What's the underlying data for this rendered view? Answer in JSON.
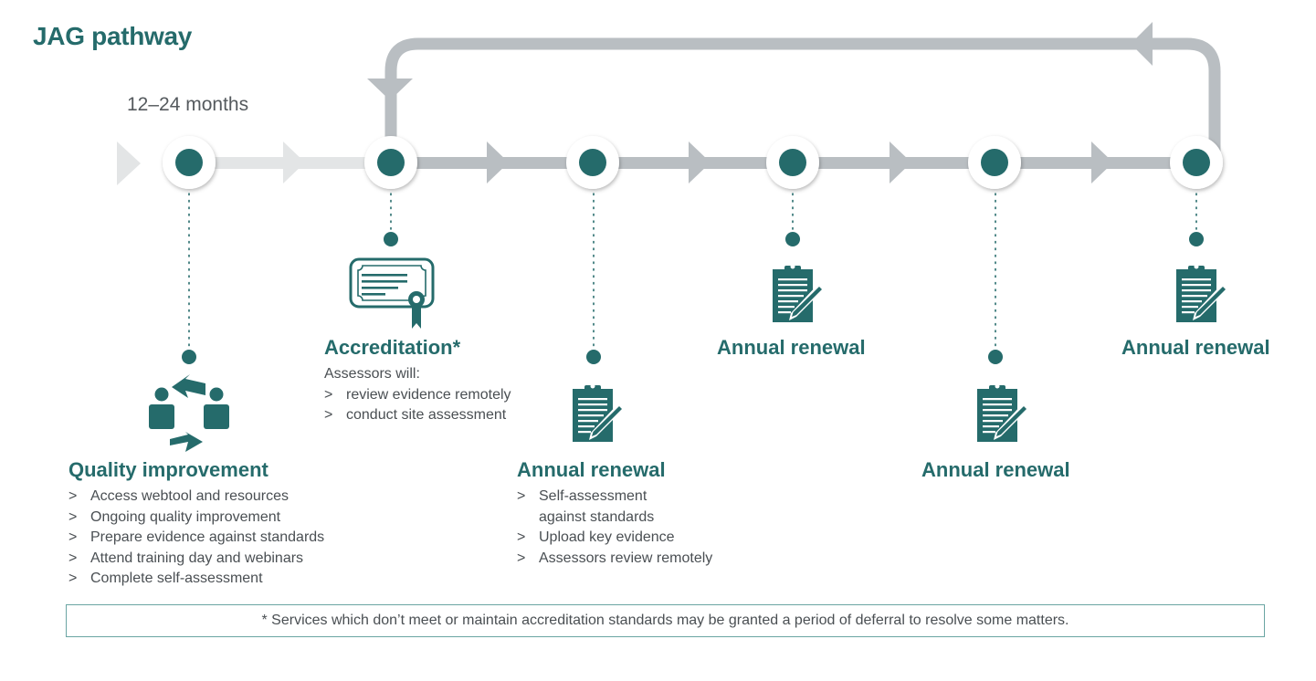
{
  "title": "JAG pathway",
  "duration_label": "12–24 months",
  "stages": [
    {
      "id": "quality",
      "heading": "Quality improvement",
      "icon": "people-cycle-icon",
      "bullets": [
        "Access webtool and resources",
        "Ongoing quality improvement",
        "Prepare evidence against standards",
        "Attend training day and webinars",
        "Complete self-assessment"
      ]
    },
    {
      "id": "accreditation",
      "heading": "Accreditation*",
      "icon": "certificate-icon",
      "intro": "Assessors will:",
      "bullets": [
        "review evidence remotely",
        "conduct site assessment"
      ]
    },
    {
      "id": "renewal1",
      "heading": "Annual renewal",
      "icon": "clipboard-pen-icon",
      "bullets": [
        "Self-assessment\nagainst standards",
        "Upload key evidence",
        "Assessors review remotely"
      ]
    },
    {
      "id": "renewal2",
      "heading": "Annual renewal",
      "icon": "clipboard-pen-icon"
    },
    {
      "id": "renewal3",
      "heading": "Annual renewal",
      "icon": "clipboard-pen-icon"
    },
    {
      "id": "renewal4",
      "heading": "Annual renewal",
      "icon": "clipboard-pen-icon"
    }
  ],
  "bullet_marker": ">",
  "footnote": "* Services which don’t meet or maintain accreditation standards may be granted a period of deferral to resolve some matters.",
  "colors": {
    "teal": "#256b6b",
    "grey_track": "#b9bec2",
    "light_track": "#e3e5e6",
    "text": "#4a4f53",
    "footnote_border": "#6aa5a3"
  }
}
